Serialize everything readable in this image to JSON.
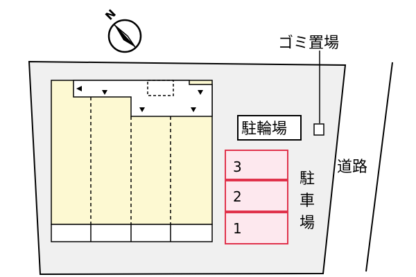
{
  "compass": {
    "label": "N",
    "icon": "compass-north-arrow-icon"
  },
  "labels": {
    "garbage": "ゴミ置場",
    "bicycle": "駐輪場",
    "road": "道路",
    "parking": [
      "駐",
      "車",
      "場"
    ]
  },
  "parking_spaces": [
    "3",
    "2",
    "1"
  ],
  "colors": {
    "building_fill": "#fdf9d2",
    "lot_fill": "#f0f0f0",
    "parking_fill": "#fde8ee",
    "parking_stroke": "#e0324b",
    "line": "#000000"
  }
}
